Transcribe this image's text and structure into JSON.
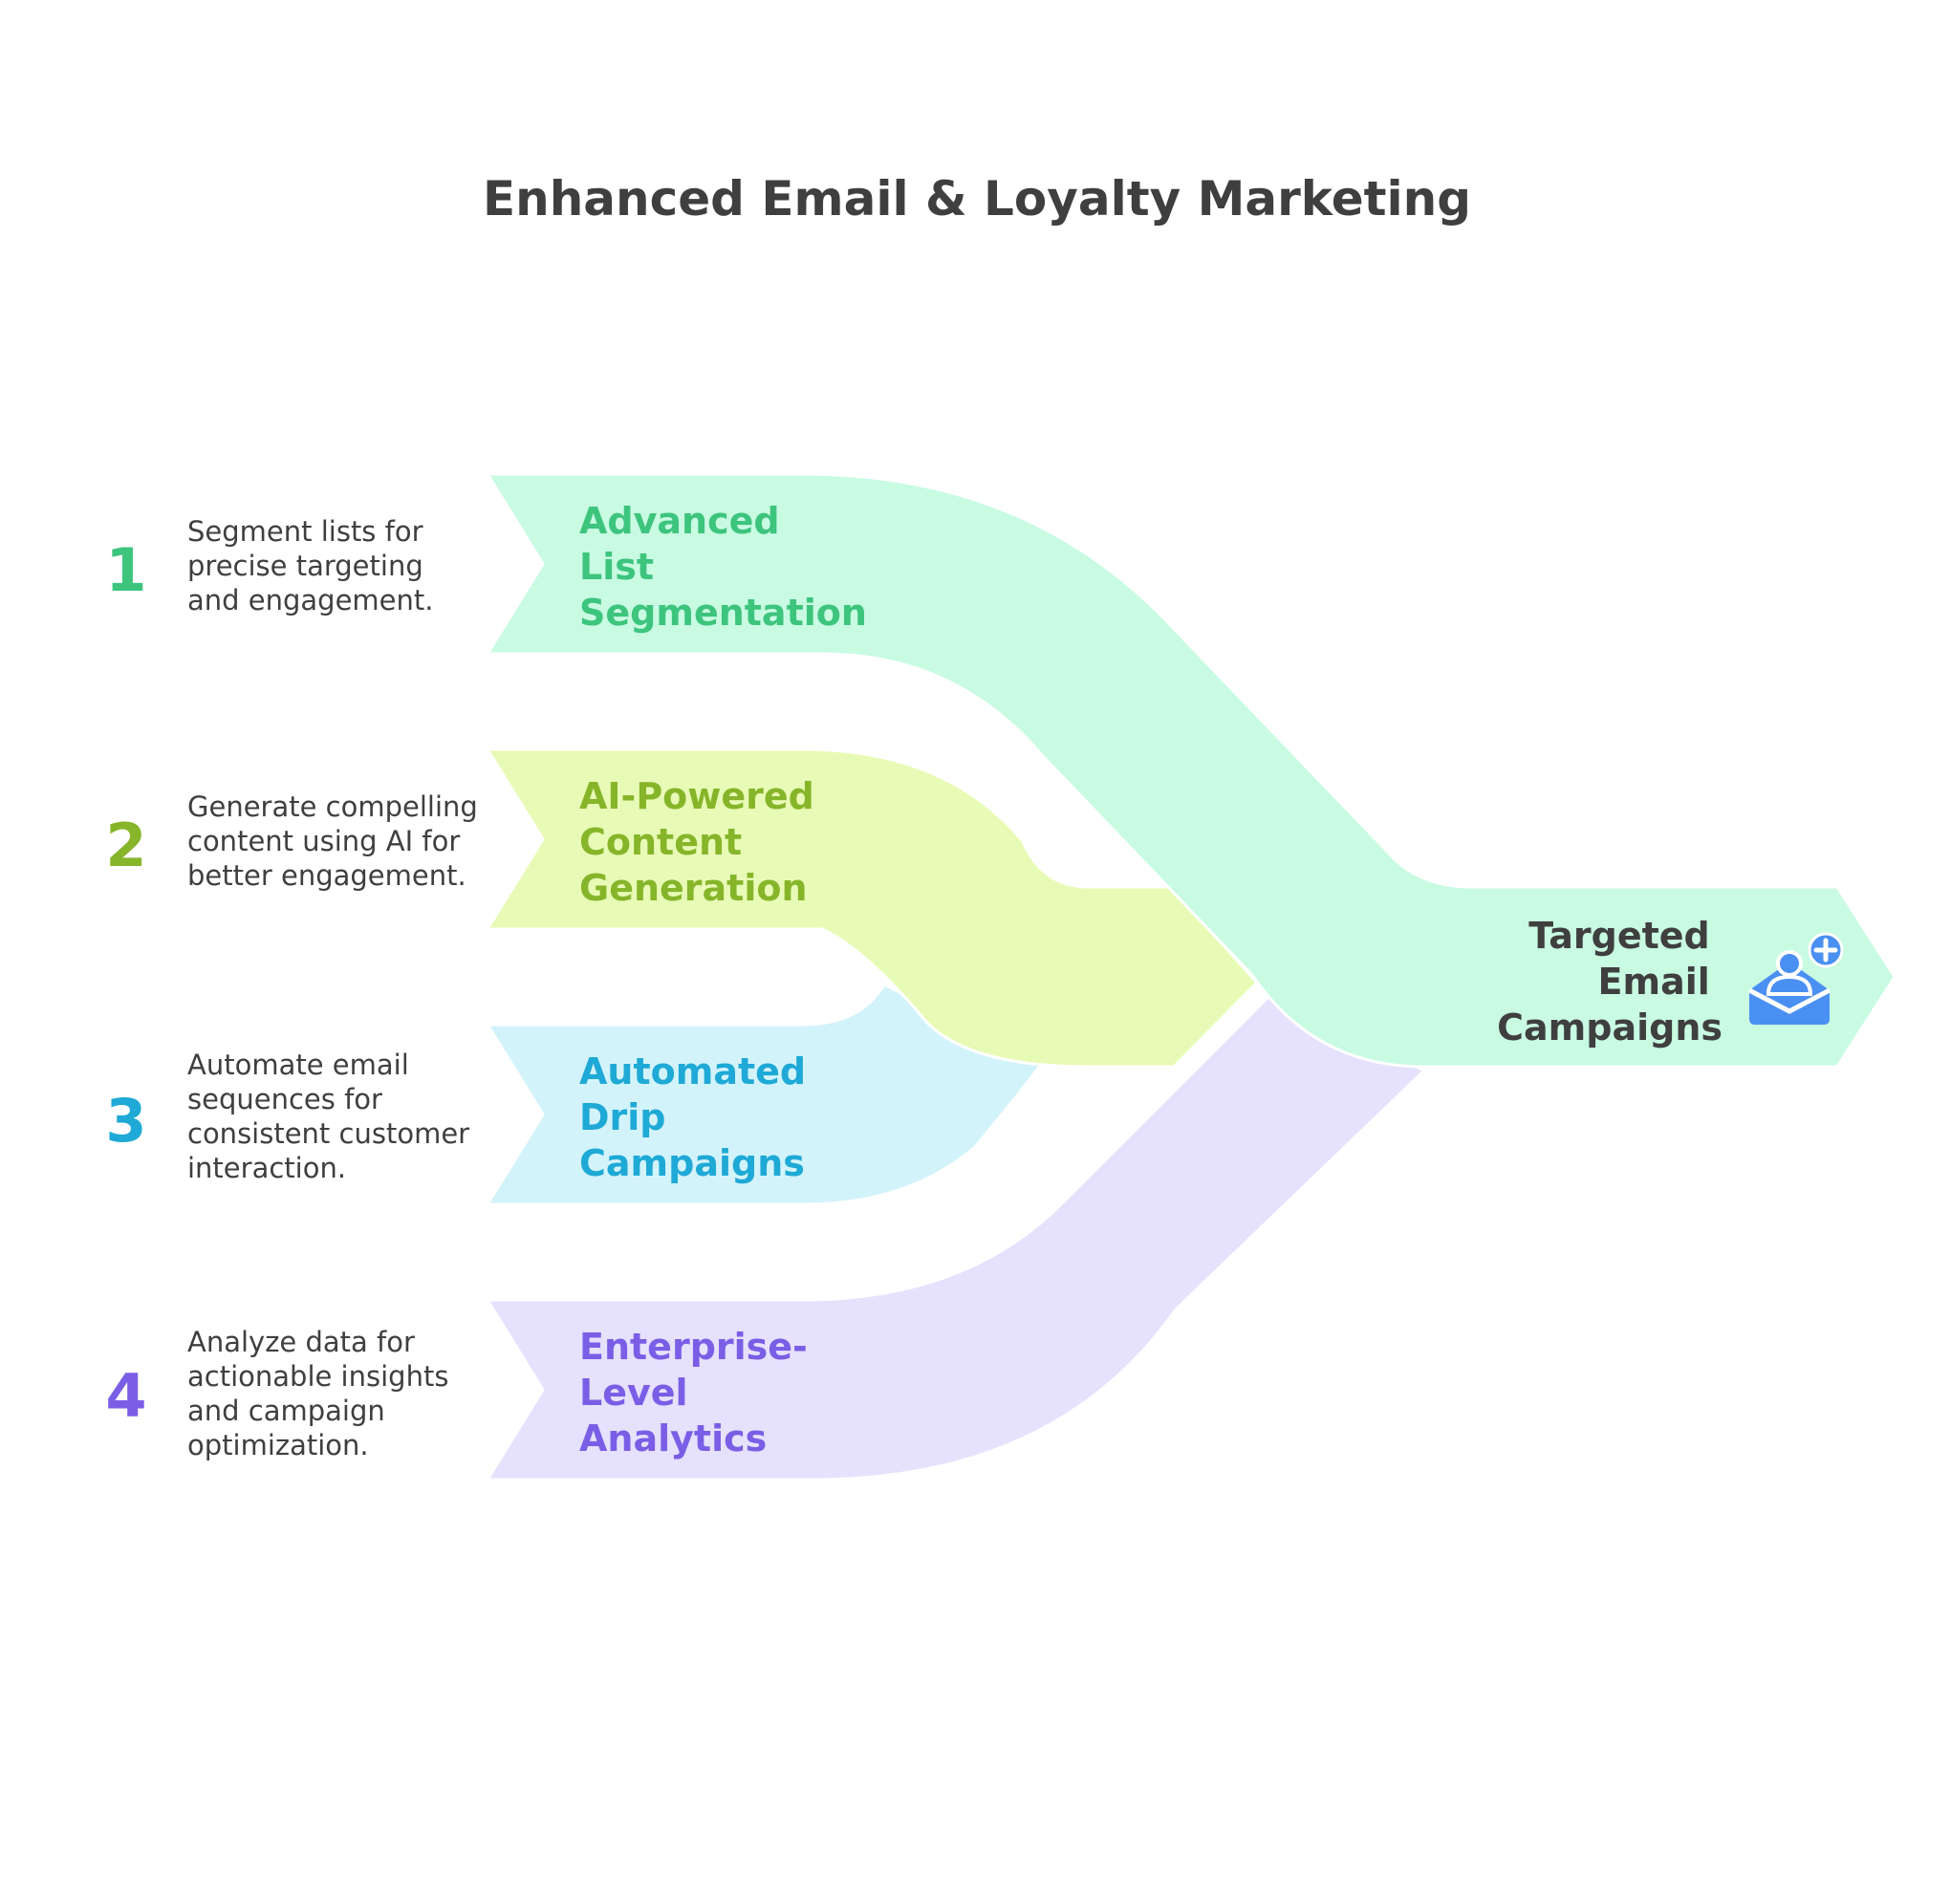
{
  "title": "Enhanced Email & Loyalty Marketing",
  "steps": [
    {
      "number": "1",
      "description": [
        "Segment lists for",
        "precise targeting",
        "and engagement."
      ],
      "label": [
        "Advanced",
        "List",
        "Segmentation"
      ],
      "fill_color": "#c8fbe2",
      "text_color": "#3dc47d"
    },
    {
      "number": "2",
      "description": [
        "Generate compelling",
        "content using AI for",
        "better engagement."
      ],
      "label": [
        "AI-Powered",
        "Content",
        "Generation"
      ],
      "fill_color": "#e8fbb6",
      "text_color": "#86b52a"
    },
    {
      "number": "3",
      "description": [
        "Automate email",
        "sequences for",
        "consistent customer",
        "interaction."
      ],
      "label": [
        "Automated",
        "Drip",
        "Campaigns"
      ],
      "fill_color": "#d3f3fb",
      "text_color": "#1ea9d6"
    },
    {
      "number": "4",
      "description": [
        "Analyze data for",
        "actionable insights",
        "and campaign",
        "optimization."
      ],
      "label": [
        "Enterprise-",
        "Level",
        "Analytics"
      ],
      "fill_color": "#e6e1fd",
      "text_color": "#7a5ee6"
    }
  ],
  "target": {
    "label": [
      "Targeted",
      "Email",
      "Campaigns"
    ],
    "fill_color": "#c8fbe2",
    "icon": "email-campaign-icon",
    "icon_color": "#4a90f2"
  }
}
